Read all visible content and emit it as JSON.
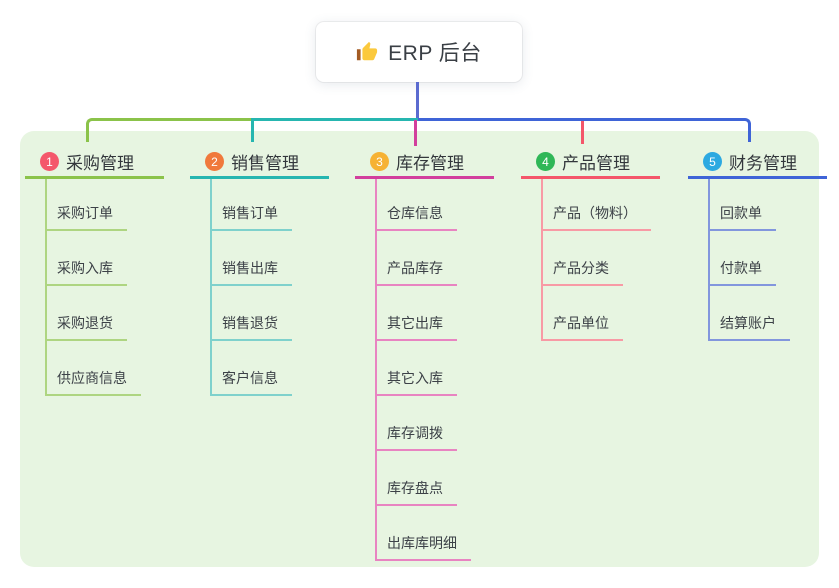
{
  "root": {
    "title": "ERP 后台",
    "icon": "thumbs-up-icon",
    "icon_colors": {
      "hand": "#fbc93d",
      "cuff": "#a35b23"
    },
    "stub_line_color": "#5b6bd0"
  },
  "panel": {
    "background": "#e7f5e1"
  },
  "branches": [
    {
      "index": "1",
      "title": "采购管理",
      "badge_color": "#f4586b",
      "line_color": "#8bc34a",
      "child_line_color": "#aed581",
      "children": [
        "采购订单",
        "采购入库",
        "采购退货",
        "供应商信息"
      ]
    },
    {
      "index": "2",
      "title": "销售管理",
      "badge_color": "#f0793c",
      "line_color": "#26b6b0",
      "child_line_color": "#7fd1cc",
      "children": [
        "销售订单",
        "销售出库",
        "销售退货",
        "客户信息"
      ]
    },
    {
      "index": "3",
      "title": "库存管理",
      "badge_color": "#f6b234",
      "line_color": "#d23f9d",
      "child_line_color": "#e884c1",
      "children": [
        "仓库信息",
        "产品库存",
        "其它出库",
        "其它入库",
        "库存调拨",
        "库存盘点",
        "出库库明细"
      ]
    },
    {
      "index": "4",
      "title": "产品管理",
      "badge_color": "#2fb757",
      "line_color": "#f4566a",
      "child_line_color": "#f89aa5",
      "children": [
        "产品（物料）",
        "产品分类",
        "产品单位"
      ]
    },
    {
      "index": "5",
      "title": "财务管理",
      "badge_color": "#2ca9e1",
      "line_color": "#3f64d7",
      "child_line_color": "#8296dd",
      "children": [
        "回款单",
        "付款单",
        "结算账户"
      ]
    }
  ]
}
